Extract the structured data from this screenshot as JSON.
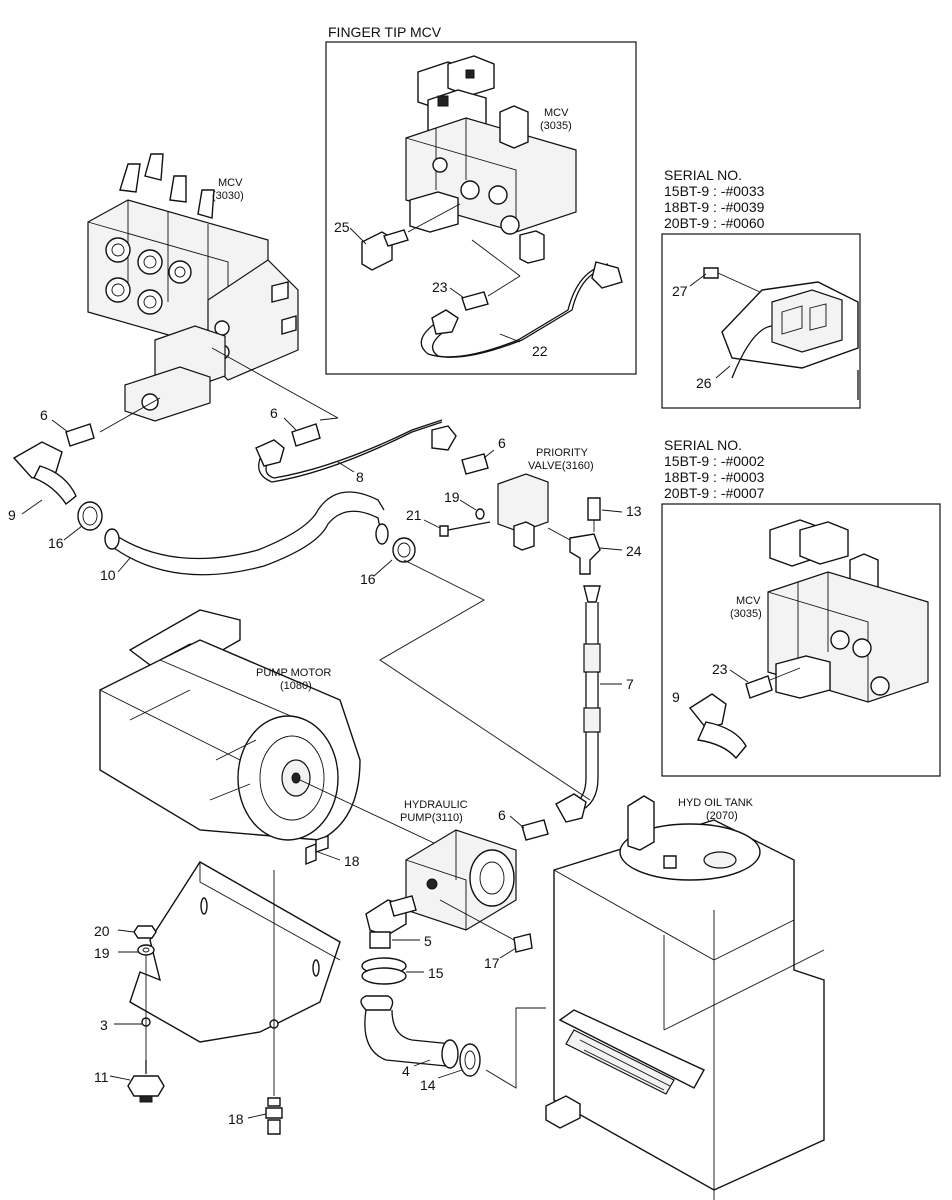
{
  "insets": {
    "finger_tip_title": "FINGER TIP MCV",
    "serial_a": {
      "title": "SERIAL NO.",
      "lines": [
        "15BT-9 : -#0033",
        "18BT-9 : -#0039",
        "20BT-9 : -#0060"
      ]
    },
    "serial_b": {
      "title": "SERIAL NO.",
      "lines": [
        "15BT-9 : -#0002",
        "18BT-9 : -#0003",
        "20BT-9 : -#0007"
      ]
    }
  },
  "components": {
    "mcv_main": [
      "MCV",
      "(3030)"
    ],
    "mcv_finger": [
      "MCV",
      "(3035)"
    ],
    "mcv_serial": [
      "MCV",
      "(3035)"
    ],
    "priority_valve": [
      "PRIORITY",
      "VALVE(3160)"
    ],
    "pump_motor": [
      "PUMP MOTOR",
      "(1080)"
    ],
    "hydraulic_pump": [
      "HYDRAULIC",
      "PUMP(3110)"
    ],
    "hyd_oil_tank": [
      "HYD OIL TANK",
      "(2070)"
    ]
  },
  "callouts": {
    "p25": "25",
    "p23_top": "23",
    "p22": "22",
    "p27": "27",
    "p26": "26",
    "p6_a": "6",
    "p6_b": "6",
    "p6_c": "6",
    "p6_d": "6",
    "p9_left": "9",
    "p16_a": "16",
    "p10": "10",
    "p8": "8",
    "p19_top": "19",
    "p21": "21",
    "p13": "13",
    "p24": "24",
    "p16_b": "16",
    "p7": "7",
    "p23_right": "23",
    "p9_right": "9",
    "p18_a": "18",
    "p20": "20",
    "p19_bottom": "19",
    "p3": "3",
    "p11": "11",
    "p18_b": "18",
    "p5": "5",
    "p17": "17",
    "p15": "15",
    "p4": "4",
    "p14": "14"
  }
}
